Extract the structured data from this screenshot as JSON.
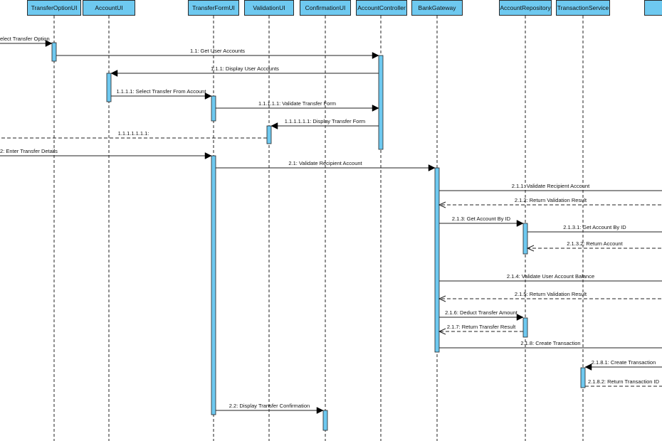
{
  "lifelines": [
    {
      "id": "transfer_option_ui",
      "name": "TransferOptionUI"
    },
    {
      "id": "account_ui",
      "name": "AccountUI"
    },
    {
      "id": "transfer_form_ui",
      "name": "TransferFormUI"
    },
    {
      "id": "validation_ui",
      "name": "ValidationUI"
    },
    {
      "id": "confirmation_ui",
      "name": "ConfirmationUI"
    },
    {
      "id": "account_controller",
      "name": "AccountController"
    },
    {
      "id": "bank_gateway",
      "name": "BankGateway"
    },
    {
      "id": "account_repository",
      "name": "AccountRepository"
    },
    {
      "id": "transaction_service",
      "name": "TransactionService"
    },
    {
      "id": "offscreen_right",
      "name": ""
    }
  ],
  "messages": [
    {
      "label": "elect Transfer Option",
      "from": "offscreen_left",
      "to": "transfer_option_ui",
      "kind": "call"
    },
    {
      "label": "1.1: Get User Accounts",
      "from": "transfer_option_ui",
      "to": "account_controller",
      "kind": "call"
    },
    {
      "label": "1.1.1: Display User Accounts",
      "from": "account_controller",
      "to": "account_ui",
      "kind": "call"
    },
    {
      "label": "1.1.1.1: Select Transfer From Account",
      "from": "account_ui",
      "to": "transfer_form_ui",
      "kind": "call"
    },
    {
      "label": "1.1.1.1.1: Validate Transfer Form",
      "from": "transfer_form_ui",
      "to": "account_controller",
      "kind": "call"
    },
    {
      "label": "1.1.1.1.1.1: Display Transfer Form",
      "from": "account_controller",
      "to": "validation_ui",
      "kind": "call"
    },
    {
      "label": "1.1.1.1.1.1.1:",
      "from": "validation_ui",
      "to": "offscreen_left",
      "kind": "return"
    },
    {
      "label": "2: Enter Transfer Details",
      "from": "offscreen_left",
      "to": "transfer_form_ui",
      "kind": "call"
    },
    {
      "label": "2.1: Validate Recipient Account",
      "from": "transfer_form_ui",
      "to": "bank_gateway",
      "kind": "call"
    },
    {
      "label": "2.1.1: Validate Recipient Account",
      "from": "bank_gateway",
      "to": "offscreen_right",
      "kind": "call"
    },
    {
      "label": "2.1.2: Return Validation Result",
      "from": "offscreen_right",
      "to": "bank_gateway",
      "kind": "return"
    },
    {
      "label": "2.1.3: Get Account By ID",
      "from": "bank_gateway",
      "to": "account_repository",
      "kind": "call"
    },
    {
      "label": "2.1.3.1: Get Account By ID",
      "from": "account_repository",
      "to": "offscreen_right",
      "kind": "call"
    },
    {
      "label": "2.1.3.2: Return Account",
      "from": "offscreen_right",
      "to": "account_repository",
      "kind": "return"
    },
    {
      "label": "2.1.4: Validate User Account Balance",
      "from": "bank_gateway",
      "to": "offscreen_right",
      "kind": "call"
    },
    {
      "label": "2.1.5: Return Validation Result",
      "from": "offscreen_right",
      "to": "bank_gateway",
      "kind": "return"
    },
    {
      "label": "2.1.6: Deduct Transfer Amount",
      "from": "bank_gateway",
      "to": "account_repository",
      "kind": "call"
    },
    {
      "label": "2.1.7: Return Transfer Result",
      "from": "account_repository",
      "to": "bank_gateway",
      "kind": "return"
    },
    {
      "label": "2.1.8: Create Transaction",
      "from": "bank_gateway",
      "to": "offscreen_right",
      "kind": "call"
    },
    {
      "label": "2.1.8.1: Create Transaction",
      "from": "offscreen_right",
      "to": "transaction_service",
      "kind": "call"
    },
    {
      "label": "2.1.8.2: Return Transaction ID",
      "from": "transaction_service",
      "to": "offscreen_right",
      "kind": "return"
    },
    {
      "label": "2.2: Display Transfer Confirmation",
      "from": "transfer_form_ui",
      "to": "confirmation_ui",
      "kind": "call"
    }
  ],
  "colors": {
    "header_fill": "#6ec9f0",
    "activation_fill": "#6ec9f0",
    "line": "#222222"
  }
}
